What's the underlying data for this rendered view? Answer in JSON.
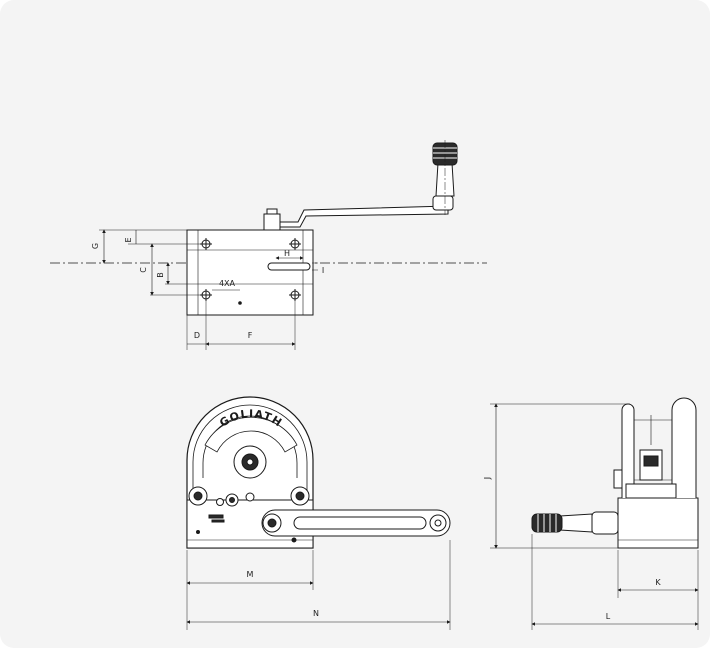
{
  "drawing": {
    "dimension_labels": {
      "G": "G",
      "E": "E",
      "C": "C",
      "B": "B",
      "H": "H",
      "I": "I",
      "A": "4XA",
      "D": "D",
      "F": "F",
      "J": "J",
      "M": "M",
      "N": "N",
      "K": "K",
      "L": "L"
    },
    "logo_text": "GOLIATH",
    "colors": {
      "line": "#1a1a1a",
      "background": "#f4f4f4",
      "body_fill": "#ffffff",
      "dark_fill": "#2a2a2a"
    }
  }
}
